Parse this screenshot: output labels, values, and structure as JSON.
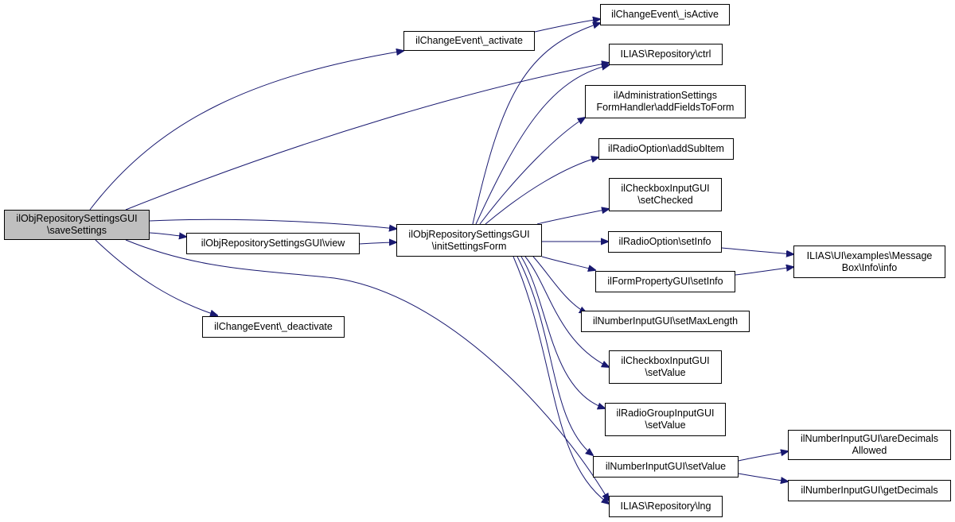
{
  "colors": {
    "edge": "#191970",
    "node_border": "#000000",
    "node_fill": "#ffffff",
    "root_fill": "#bfbfbf"
  },
  "nodes": {
    "save_settings": [
      "ilObjRepositorySettingsGUI",
      "\\saveSettings"
    ],
    "activate": [
      "ilChangeEvent\\_activate"
    ],
    "view": [
      "ilObjRepositorySettingsGUI\\view"
    ],
    "init_settings_form": [
      "ilObjRepositorySettingsGUI",
      "\\initSettingsForm"
    ],
    "deactivate": [
      "ilChangeEvent\\_deactivate"
    ],
    "is_active": [
      "ilChangeEvent\\_isActive"
    ],
    "repo_ctrl": [
      "ILIAS\\Repository\\ctrl"
    ],
    "add_fields_to_form": [
      "ilAdministrationSettings",
      "FormHandler\\addFieldsToForm"
    ],
    "add_sub_item": [
      "ilRadioOption\\addSubItem"
    ],
    "checkbox_set_checked": [
      "ilCheckboxInputGUI",
      "\\setChecked"
    ],
    "radio_set_info": [
      "ilRadioOption\\setInfo"
    ],
    "form_property_set_info": [
      "ilFormPropertyGUI\\setInfo"
    ],
    "number_set_max_length": [
      "ilNumberInputGUI\\setMaxLength"
    ],
    "checkbox_set_value": [
      "ilCheckboxInputGUI",
      "\\setValue"
    ],
    "radio_group_set_value": [
      "ilRadioGroupInputGUI",
      "\\setValue"
    ],
    "number_set_value": [
      "ilNumberInputGUI\\setValue"
    ],
    "repo_lng": [
      "ILIAS\\Repository\\lng"
    ],
    "message_box_info": [
      "ILIAS\\UI\\examples\\Message",
      "Box\\Info\\info"
    ],
    "are_decimals_allowed": [
      "ilNumberInputGUI\\areDecimals",
      "Allowed"
    ],
    "get_decimals": [
      "ilNumberInputGUI\\getDecimals"
    ]
  }
}
